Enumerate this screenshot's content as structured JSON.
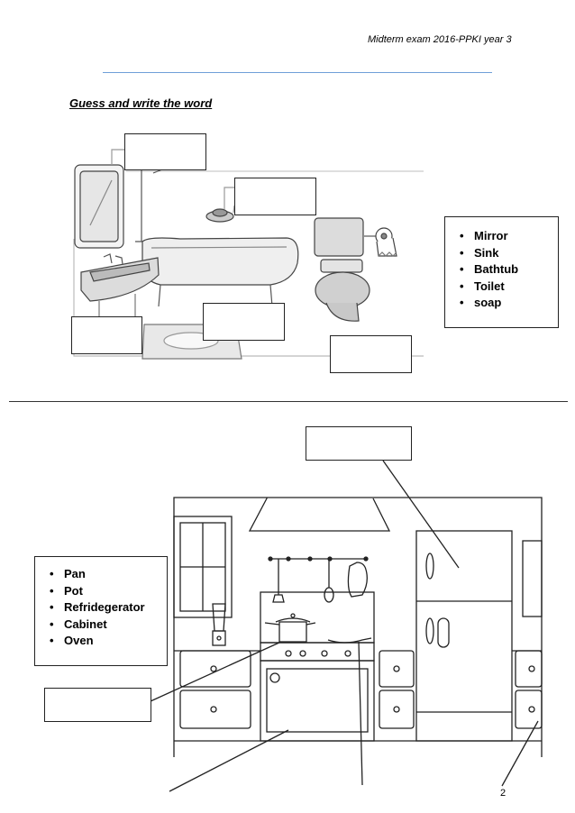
{
  "header": {
    "text": "Midterm exam 2016-PPKI year 3"
  },
  "section_title": "Guess and write the word",
  "bathroom": {
    "words": [
      "Mirror",
      "Sink",
      "Bathtub",
      "Toilet",
      "soap"
    ]
  },
  "kitchen": {
    "words": [
      "Pan",
      "Pot",
      "Refridegerator",
      "Cabinet",
      "Oven"
    ]
  },
  "page_number": "2"
}
